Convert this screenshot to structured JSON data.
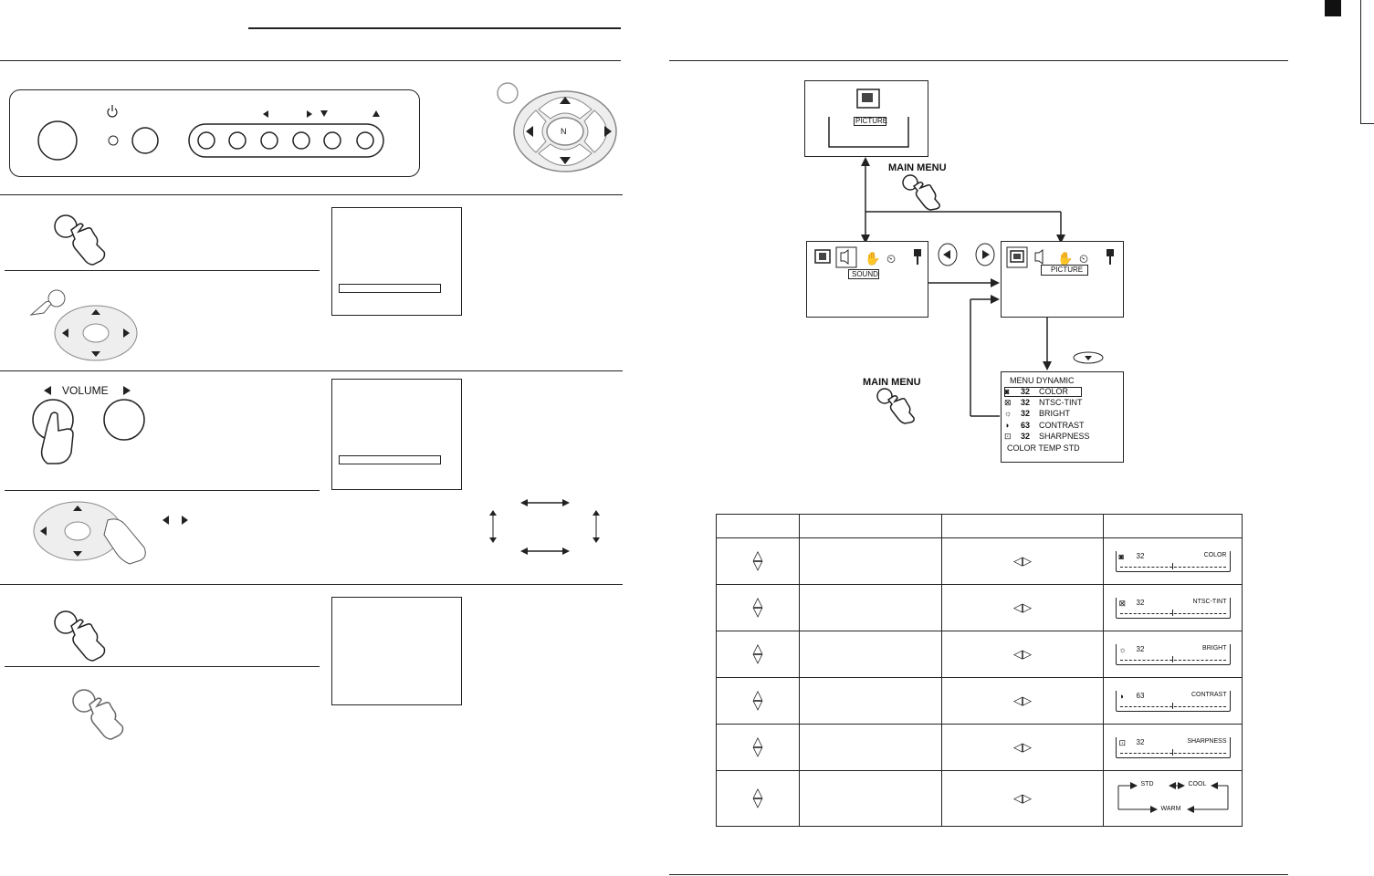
{
  "left_page": {
    "volume_label": "VOLUME",
    "remote_center": "N"
  },
  "right_page": {
    "top_screen_label": "PICTURE",
    "main_menu_label": "MAIN MENU",
    "main_menu_label_2": "MAIN MENU",
    "sound_label": "SOUND",
    "picture_label": "PICTURE",
    "menu_dynamic": {
      "title": "MENU DYNAMIC",
      "items": [
        {
          "value": "32",
          "name": "COLOR"
        },
        {
          "value": "32",
          "name": "NTSC-TINT"
        },
        {
          "value": "32",
          "name": "BRIGHT"
        },
        {
          "value": "63",
          "name": "CONTRAST"
        },
        {
          "value": "32",
          "name": "SHARPNESS"
        }
      ],
      "color_temp": "COLOR TEMP STD"
    },
    "table_rows": [
      {
        "value": "32",
        "name": "COLOR"
      },
      {
        "value": "32",
        "name": "NTSC-TINT"
      },
      {
        "value": "32",
        "name": "BRIGHT"
      },
      {
        "value": "63",
        "name": "CONTRAST"
      },
      {
        "value": "32",
        "name": "SHARPNESS"
      }
    ],
    "color_temp_cycle": {
      "std": "STD",
      "cool": "COOL",
      "warm": "WARM"
    }
  }
}
